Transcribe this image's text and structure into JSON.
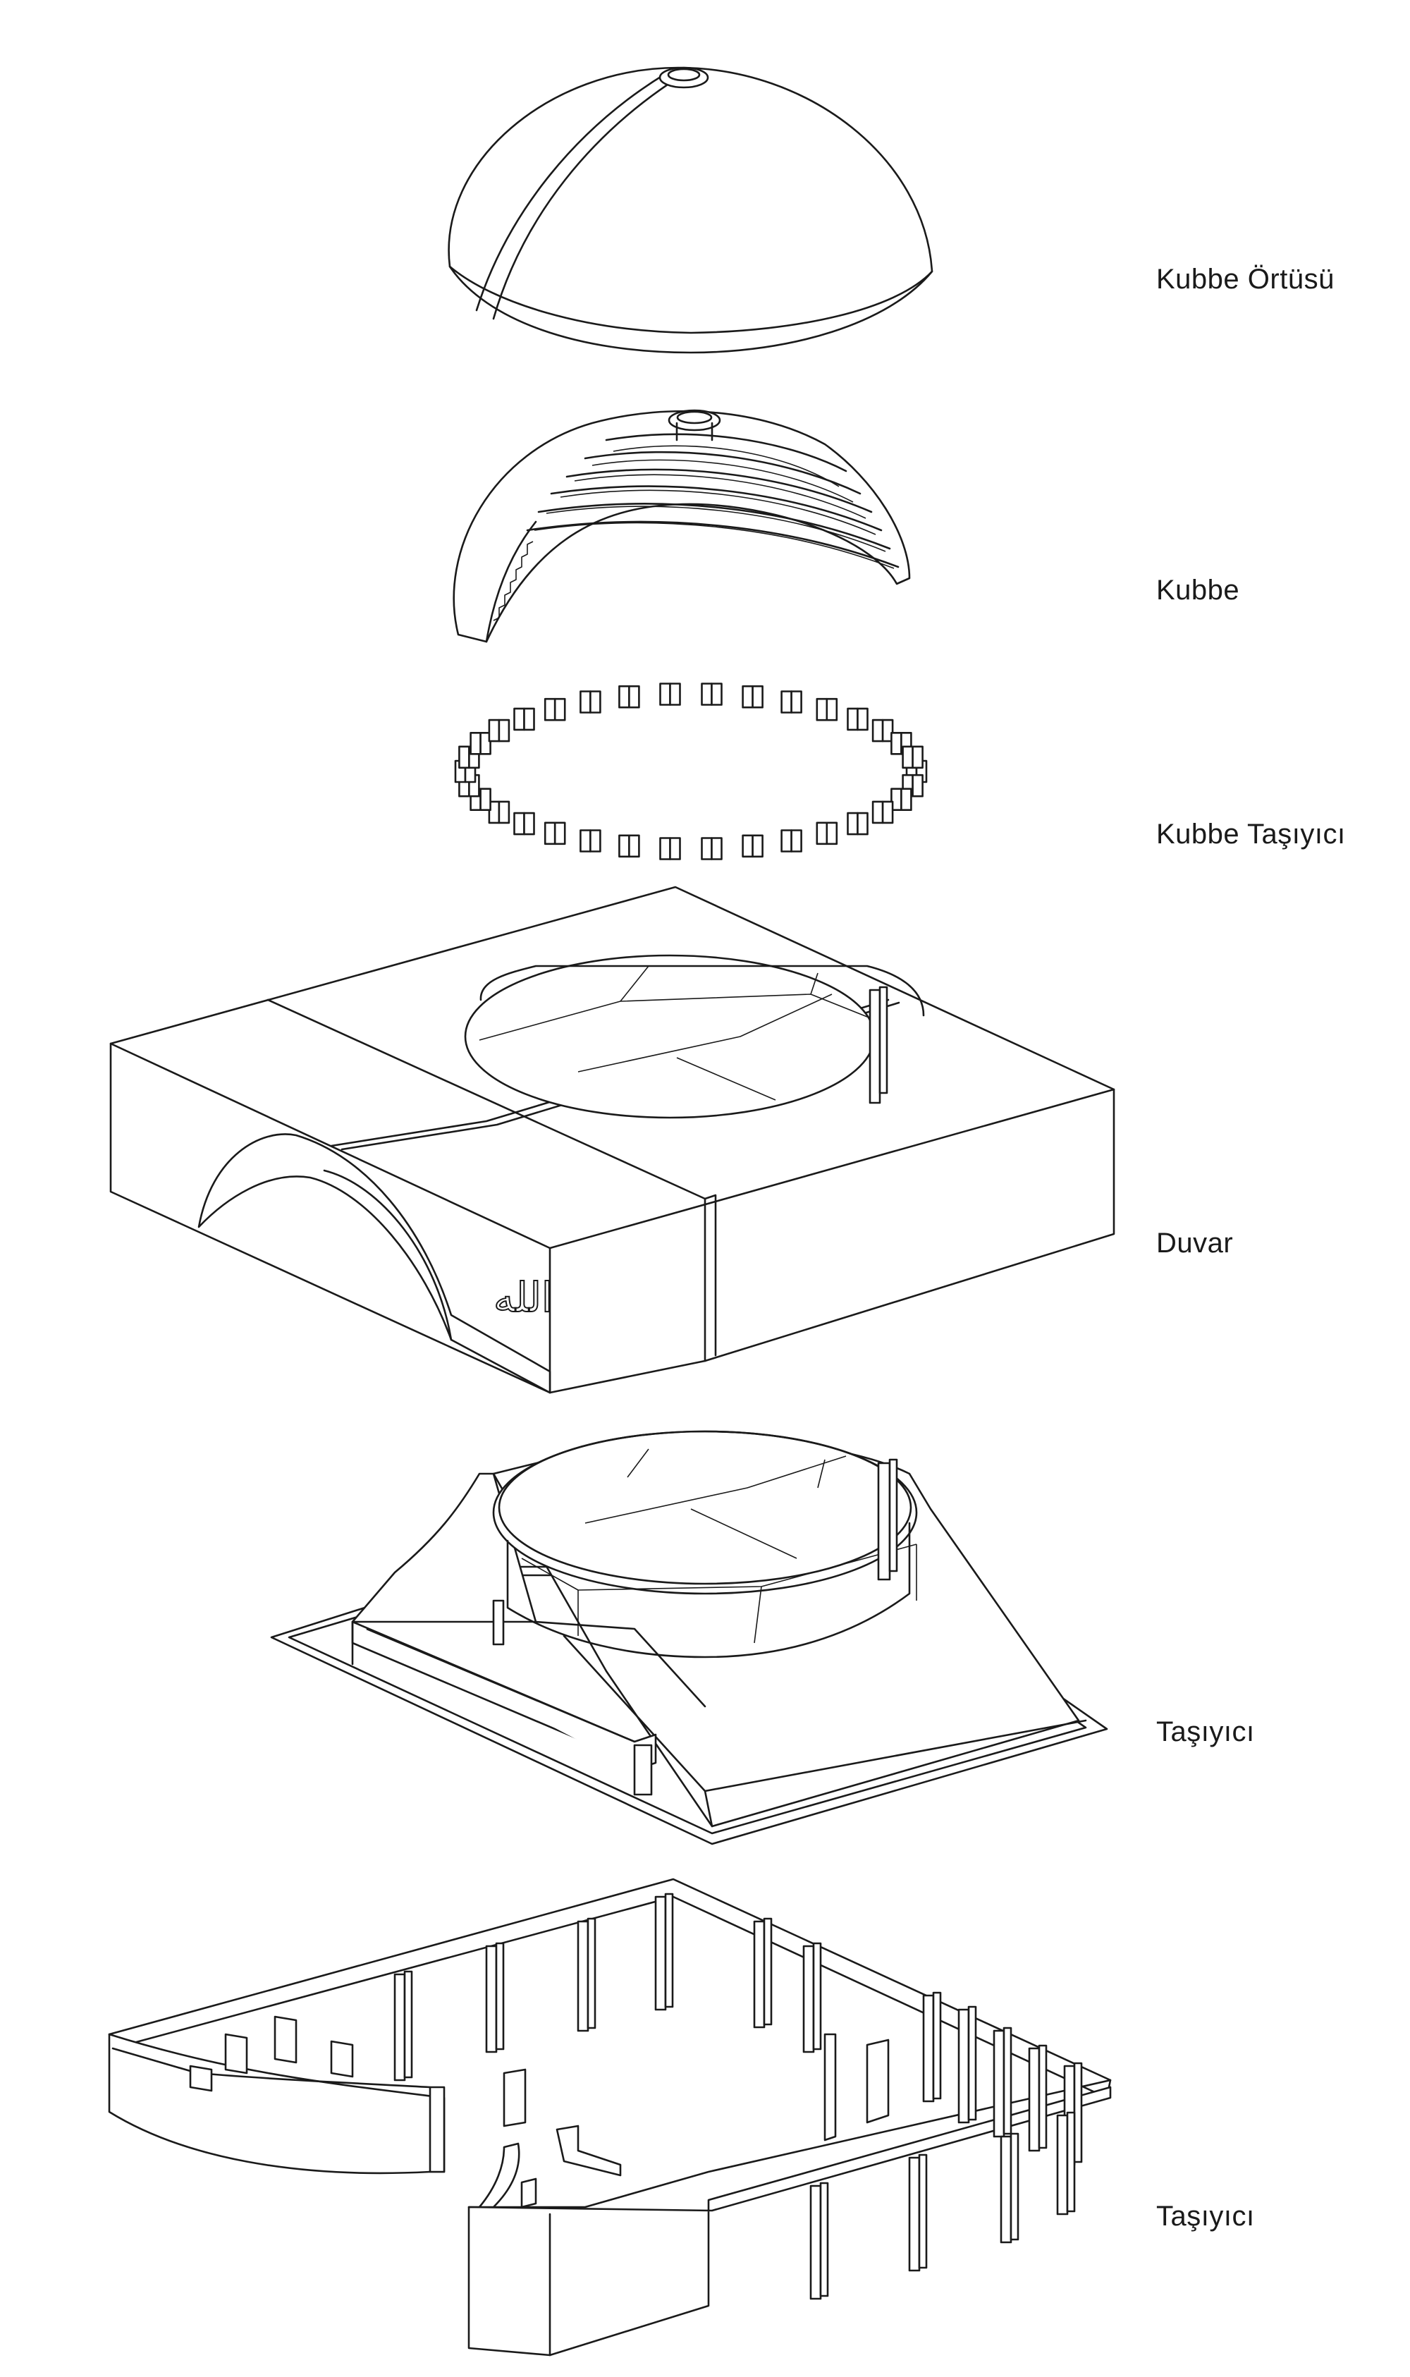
{
  "layers": [
    {
      "id": "dome-cover",
      "label": "Kubbe Örtüsü"
    },
    {
      "id": "dome",
      "label": "Kubbe"
    },
    {
      "id": "dome-support",
      "label": "Kubbe Taşıyıcı"
    },
    {
      "id": "wall",
      "label": "Duvar"
    },
    {
      "id": "carrier",
      "label": "Taşıyıcı"
    },
    {
      "id": "structure",
      "label": "Taşıyıcı"
    }
  ],
  "inscription": "الله",
  "line_color": "#1a1a1a",
  "background": "#ffffff"
}
